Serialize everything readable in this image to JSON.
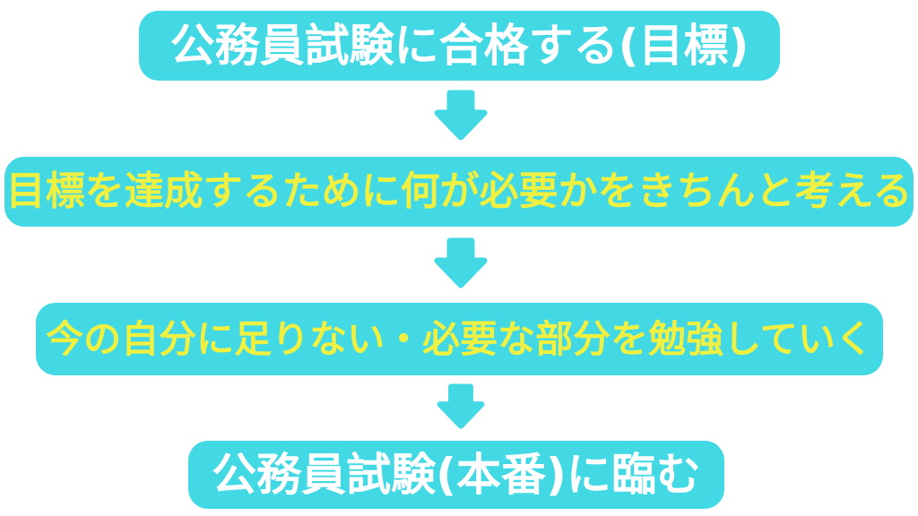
{
  "diagram": {
    "title_context": "goal-to-exam study flowchart",
    "colors": {
      "box_fill": "#42D9E5",
      "arrow_fill": "#42D9E5",
      "text_white": "#FFFFFF",
      "text_yellow": "#F0F041",
      "background": "#FFFFFF"
    },
    "steps": [
      {
        "text": "公務員試験に合格する(目標)",
        "text_color": "white"
      },
      {
        "text": "目標を達成するために何が必要かをきちんと考える",
        "text_color": "yellow"
      },
      {
        "text": "今の自分に足りない・必要な部分を勉強していく",
        "text_color": "yellow"
      },
      {
        "text": "公務員試験(本番)に臨む",
        "text_color": "white"
      }
    ],
    "connectors": [
      {
        "icon": "down-arrow"
      },
      {
        "icon": "down-arrow"
      },
      {
        "icon": "down-arrow"
      }
    ]
  }
}
